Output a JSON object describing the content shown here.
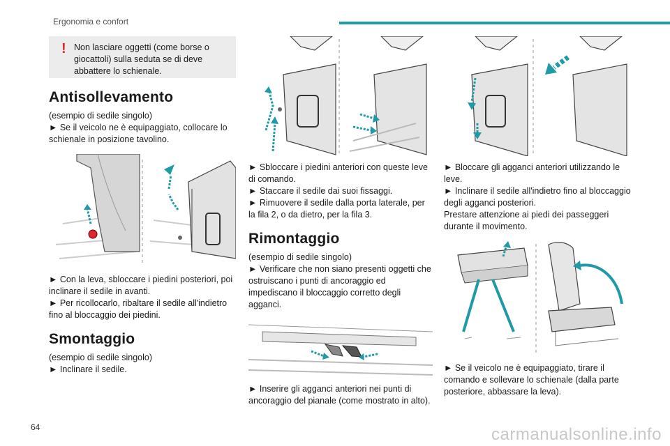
{
  "header": {
    "section_title": "Ergonomia e confort"
  },
  "col1": {
    "warning_text": "Non lasciare oggetti (come borse o giocattoli) sulla seduta se di deve abbattere lo schienale.",
    "antisollevamento_title": "Antisollevamento",
    "antisollevamento_p1": "(esempio di sedile singolo)",
    "antisollevamento_p2": "► Se il veicolo ne è equipaggiato, collocare lo schienale in posizione tavolino.",
    "after_fig_p1": "► Con la leva, sbloccare i piedini posteriori, poi inclinare il sedile in avanti.",
    "after_fig_p2": "► Per ricollocarlo, ribaltare il sedile all'indietro fino al bloccaggio dei piedini.",
    "smontaggio_title": "Smontaggio",
    "smontaggio_p1": "(esempio di sedile singolo)",
    "smontaggio_p2": "► Inclinare il sedile."
  },
  "col2": {
    "p1": "► Sbloccare i piedini anteriori con queste leve di comando.",
    "p2": "► Staccare il sedile dai suoi fissaggi.",
    "p3": "► Rimuovere il sedile dalla porta laterale, per la fila 2, o da dietro, per la fila 3.",
    "rimontaggio_title": "Rimontaggio",
    "rim_p1": "(esempio di sedile singolo)",
    "rim_p2": "► Verificare che non siano presenti oggetti che ostruiscano i punti di ancoraggio ed impediscano il bloccaggio corretto degli agganci.",
    "rim_p3": "► Inserire gli agganci anteriori nei punti di ancoraggio del pianale (come mostrato in alto)."
  },
  "col3": {
    "p1": "► Bloccare gli agganci anteriori utilizzando le leve.",
    "p2": "► Inclinare il sedile all'indietro fino al bloccaggio degli agganci posteriori.",
    "p3": "Prestare attenzione ai piedi dei passeggeri durante il movimento.",
    "p4": "► Se il veicolo ne è equipaggiato, tirare il comando e sollevare lo schienale (dalla parte posteriore, abbassare la leva)."
  },
  "footer": {
    "page_number": "64",
    "watermark": "carmanualsonline.info"
  },
  "colors": {
    "accent": "#1f9aa6",
    "warning": "#e0252b",
    "arrow": "#1f9aa6",
    "box_bg": "#ececec"
  }
}
